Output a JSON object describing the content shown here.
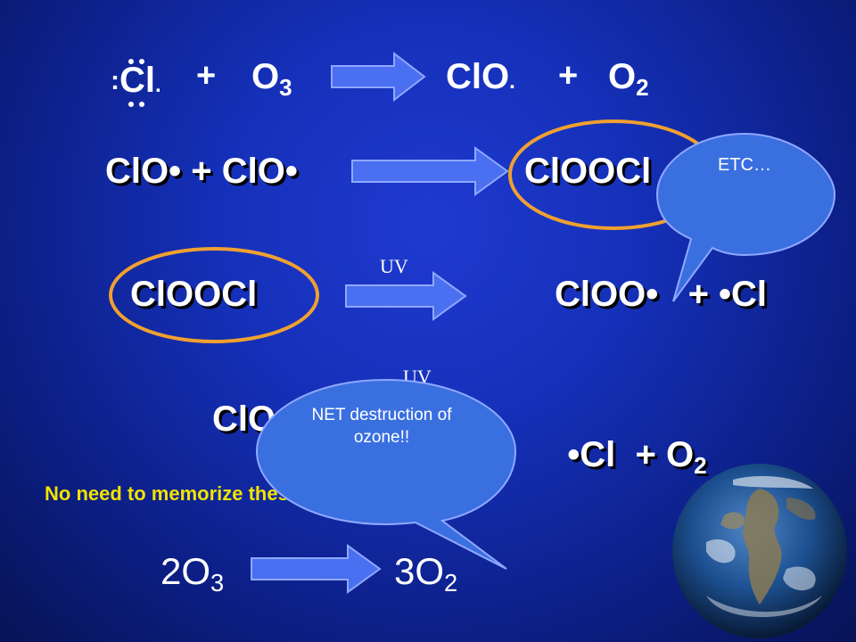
{
  "colors": {
    "background": "#1530b8",
    "arrow_fill": "#4a6ff0",
    "highlight_circle": "#f0a030",
    "note_text": "#f2e200",
    "bubble_fill": "#3a6fe0"
  },
  "eq1": {
    "reactant_cl_colon": ":",
    "reactant_cl": "Cl",
    "reactant_cl_dot": ".",
    "plus1": "+",
    "o3_base": "O",
    "o3_sub": "3",
    "product_clo": "ClO",
    "product_clo_dot": ".",
    "plus2": "+",
    "o2_base": "O",
    "o2_sub": "2"
  },
  "eq2": {
    "left": "ClO• + ClO•",
    "right": "ClOOCl"
  },
  "eq3": {
    "left": "ClOOCl",
    "uv": "UV",
    "right": "ClOO•   + •Cl"
  },
  "eq4": {
    "left": "ClOO•",
    "uv": "UV",
    "right_base": "•Cl  + O",
    "right_sub": "2"
  },
  "bubble_etc": {
    "text": "ETC…"
  },
  "bubble_net": {
    "text": "NET destruction of ozone!!"
  },
  "note": {
    "text": "No need to memorize these equations…"
  },
  "net_eq": {
    "left_base": "2O",
    "left_sub": "3",
    "right_base": "3O",
    "right_sub": "2"
  },
  "earth_icon": "earth-globe-icon"
}
